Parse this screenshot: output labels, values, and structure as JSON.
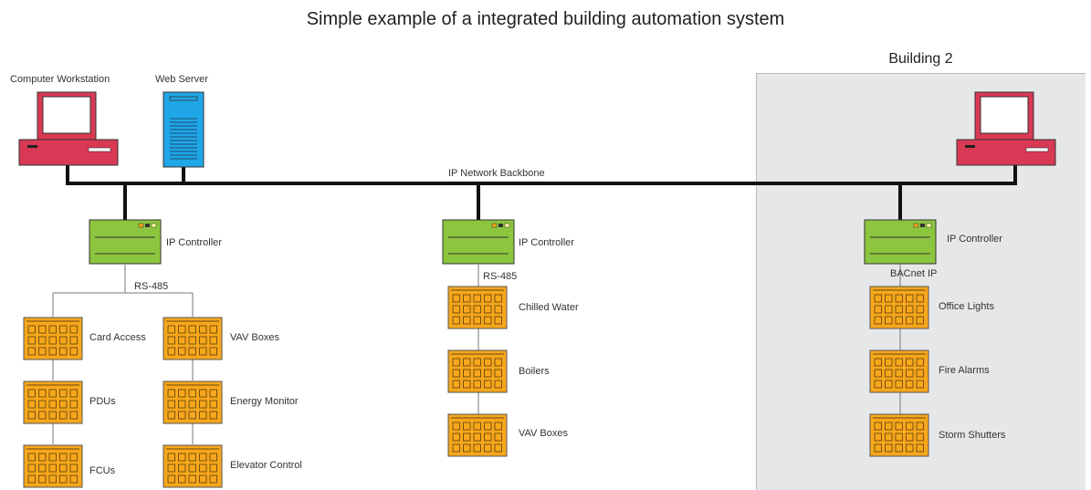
{
  "title": "Simple example of a integrated building automation system",
  "building2": {
    "title": "Building 2"
  },
  "network": {
    "backbone_label": "IP Network Backbone"
  },
  "workstation": {
    "label": "Computer Workstation"
  },
  "web_server": {
    "label": "Web Server"
  },
  "controllers": [
    {
      "label": "IP Controller",
      "bus_label": "RS-485",
      "devices_left": [
        {
          "label": "Card Access"
        },
        {
          "label": "PDUs"
        },
        {
          "label": "FCUs"
        }
      ],
      "devices_right": [
        {
          "label": "VAV Boxes"
        },
        {
          "label": "Energy Monitor"
        },
        {
          "label": "Elevator Control"
        }
      ]
    },
    {
      "label": "IP Controller",
      "bus_label": "RS-485",
      "devices": [
        {
          "label": "Chilled Water"
        },
        {
          "label": "Boilers"
        },
        {
          "label": "VAV Boxes"
        }
      ]
    },
    {
      "label": "IP Controller",
      "bus_label": "BACnet IP",
      "devices": [
        {
          "label": "Office Lights"
        },
        {
          "label": "Fire Alarms"
        },
        {
          "label": "Storm Shutters"
        }
      ]
    }
  ],
  "colors": {
    "workstation": "#d93954",
    "web_server": "#1fa6e8",
    "controller": "#8cc63f",
    "device": "#f7a71b",
    "building_bg": "#e6e7e9"
  },
  "icons": {
    "workstation": "computer-workstation-icon",
    "web_server": "web-server-icon",
    "controller": "ip-controller-icon",
    "device": "field-device-icon"
  }
}
